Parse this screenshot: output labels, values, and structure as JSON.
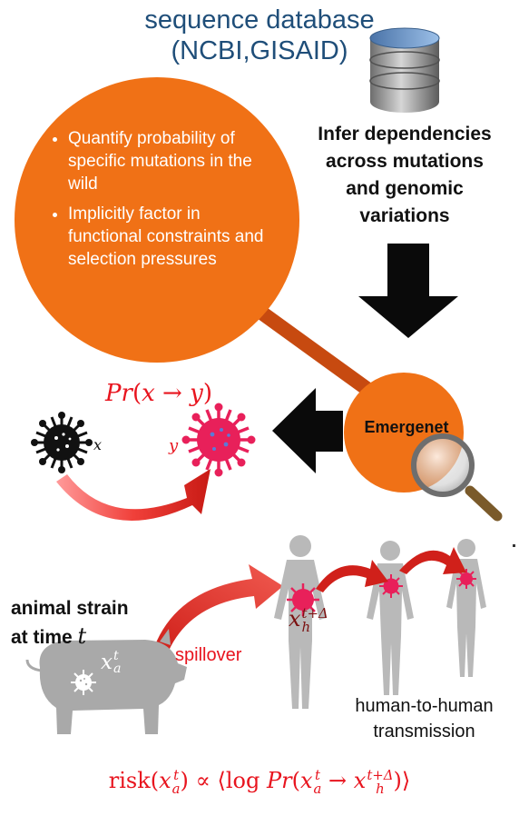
{
  "header": {
    "title_line1": "sequence database",
    "title_line2": "(NCBI,GISAID)"
  },
  "infer_text": [
    "Infer dependencies",
    "across mutations",
    "and genomic",
    "variations"
  ],
  "bullets": [
    "Quantify probability of specific mutations in the wild",
    "Implicitly factor in functional constraints and selection pressures"
  ],
  "emergenet_label": "Emergenet",
  "formula_pr": {
    "func": "Pr",
    "from": "x",
    "arrow": "→",
    "to": "y"
  },
  "x_label": "x",
  "y_label": "y",
  "animal_label": {
    "line1": "animal strain",
    "line2": "at time",
    "var": "t"
  },
  "spillover": "spillover",
  "human_transmission": [
    "human-to-human",
    "transmission"
  ],
  "xa_pig": {
    "base": "x",
    "sup": "t",
    "sub": "a"
  },
  "xh_label": {
    "base": "x",
    "sup": "t+Δ",
    "sub": "h"
  },
  "risk_formula": {
    "risk": "risk",
    "base": "x",
    "sup": "t",
    "sub": "a",
    "prop": "∝",
    "langle": "⟨",
    "log": "log",
    "pr": "Pr",
    "arrow": "→",
    "h_sup": "t+Δ",
    "h_sub": "h",
    "rangle": "⟩"
  },
  "colors": {
    "title_blue": "#1f4e79",
    "orange": "#f07116",
    "red": "#e8141e",
    "pink_virus": "#e8205a",
    "gray_silhouette": "#a9a9a9"
  },
  "icons": [
    "database-icon",
    "arrow-down-icon",
    "arrow-left-icon",
    "magnifier-icon",
    "virus-black-icon",
    "virus-red-icon",
    "pig-icon",
    "human-silhouette-icon"
  ]
}
